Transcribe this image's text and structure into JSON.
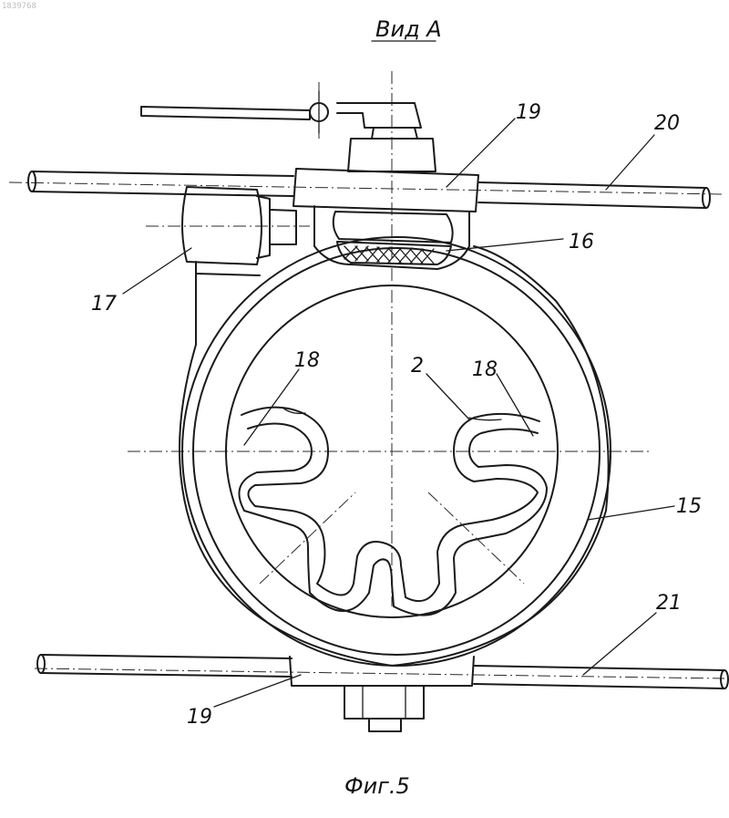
{
  "drawing": {
    "id_stamp": "1839768",
    "view_title": "Вид А",
    "figure_caption": "Фиг.5",
    "callouts": [
      "19",
      "20",
      "16",
      "17",
      "18",
      "2",
      "18",
      "15",
      "21",
      "19"
    ]
  },
  "colors": {
    "ink": "#1a1a1a",
    "paper": "#ffffff"
  }
}
